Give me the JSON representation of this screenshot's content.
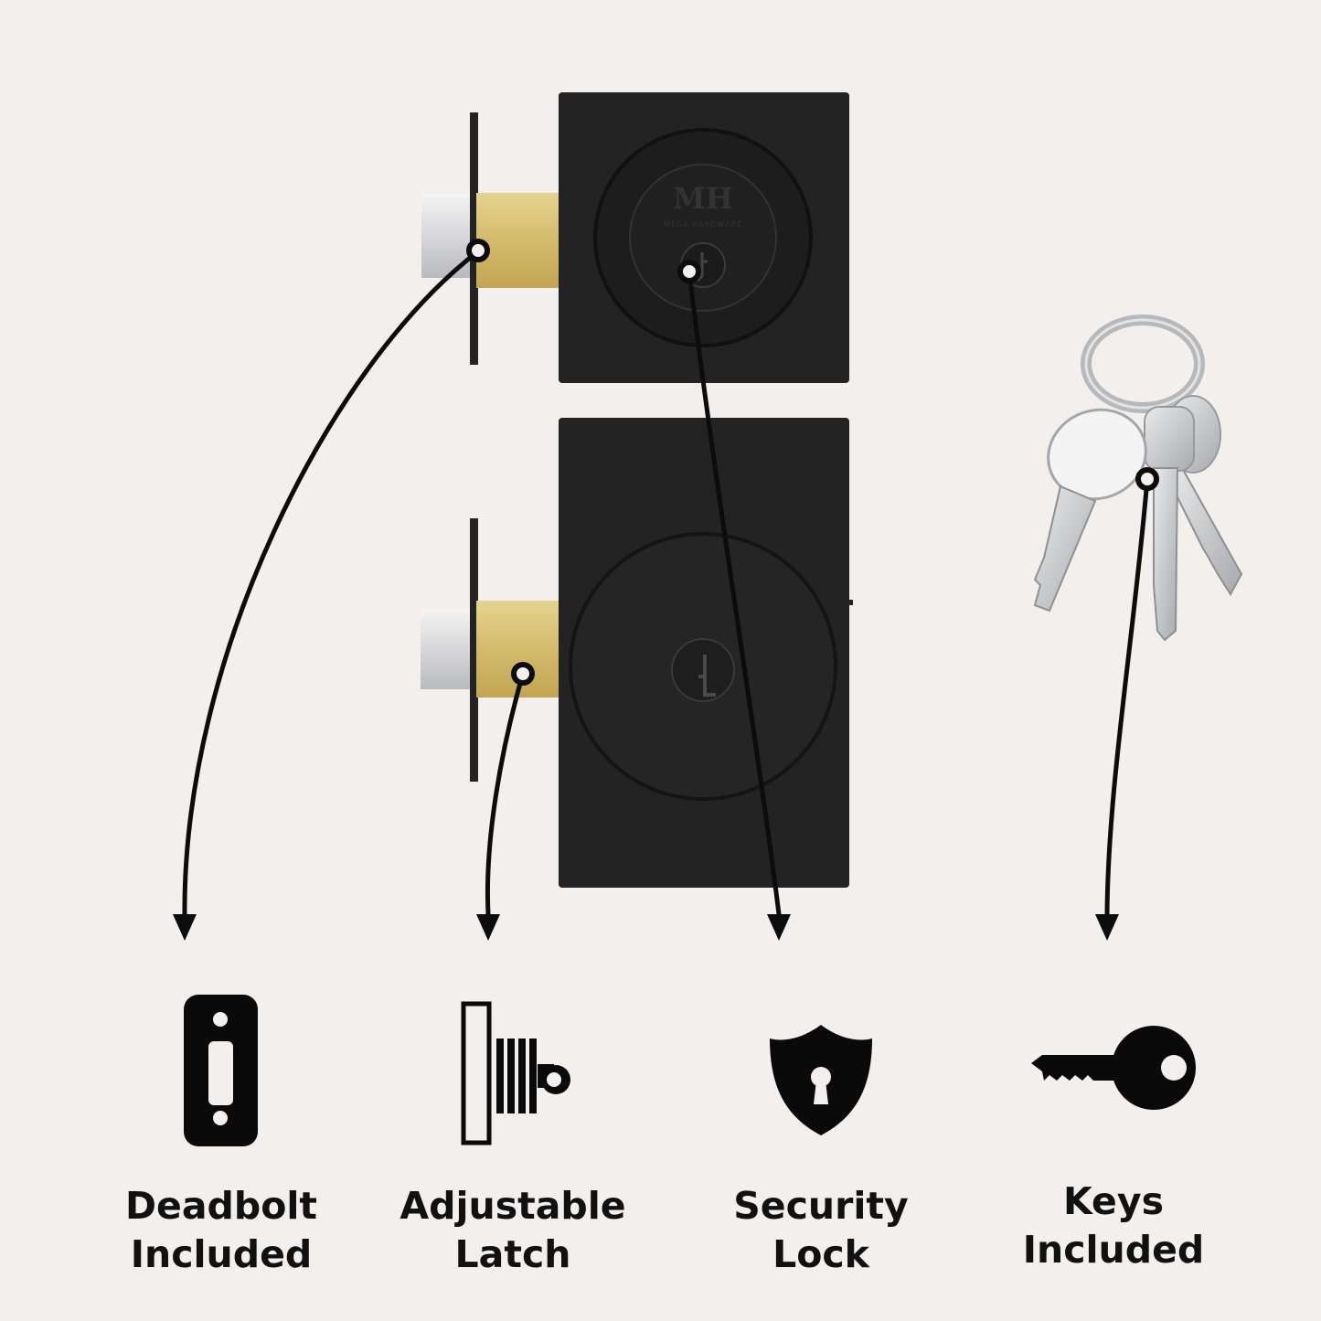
{
  "colors": {
    "background": "#f2efec",
    "hardware_black": "#232323",
    "brass": "#d9c27a",
    "silver": "#c8c9cb",
    "ink": "#111111"
  },
  "product": {
    "brand_monogram": "MH",
    "brand_name": "MEGA HARDWARE"
  },
  "features": [
    {
      "icon": "strike-plate-icon",
      "line1": "Deadbolt",
      "line2": "Included"
    },
    {
      "icon": "latch-mechanism-icon",
      "line1": "Adjustable",
      "line2": "Latch"
    },
    {
      "icon": "shield-keyhole-icon",
      "line1": "Security",
      "line2": "Lock"
    },
    {
      "icon": "key-icon",
      "line1": "Keys",
      "line2": "Included"
    }
  ]
}
